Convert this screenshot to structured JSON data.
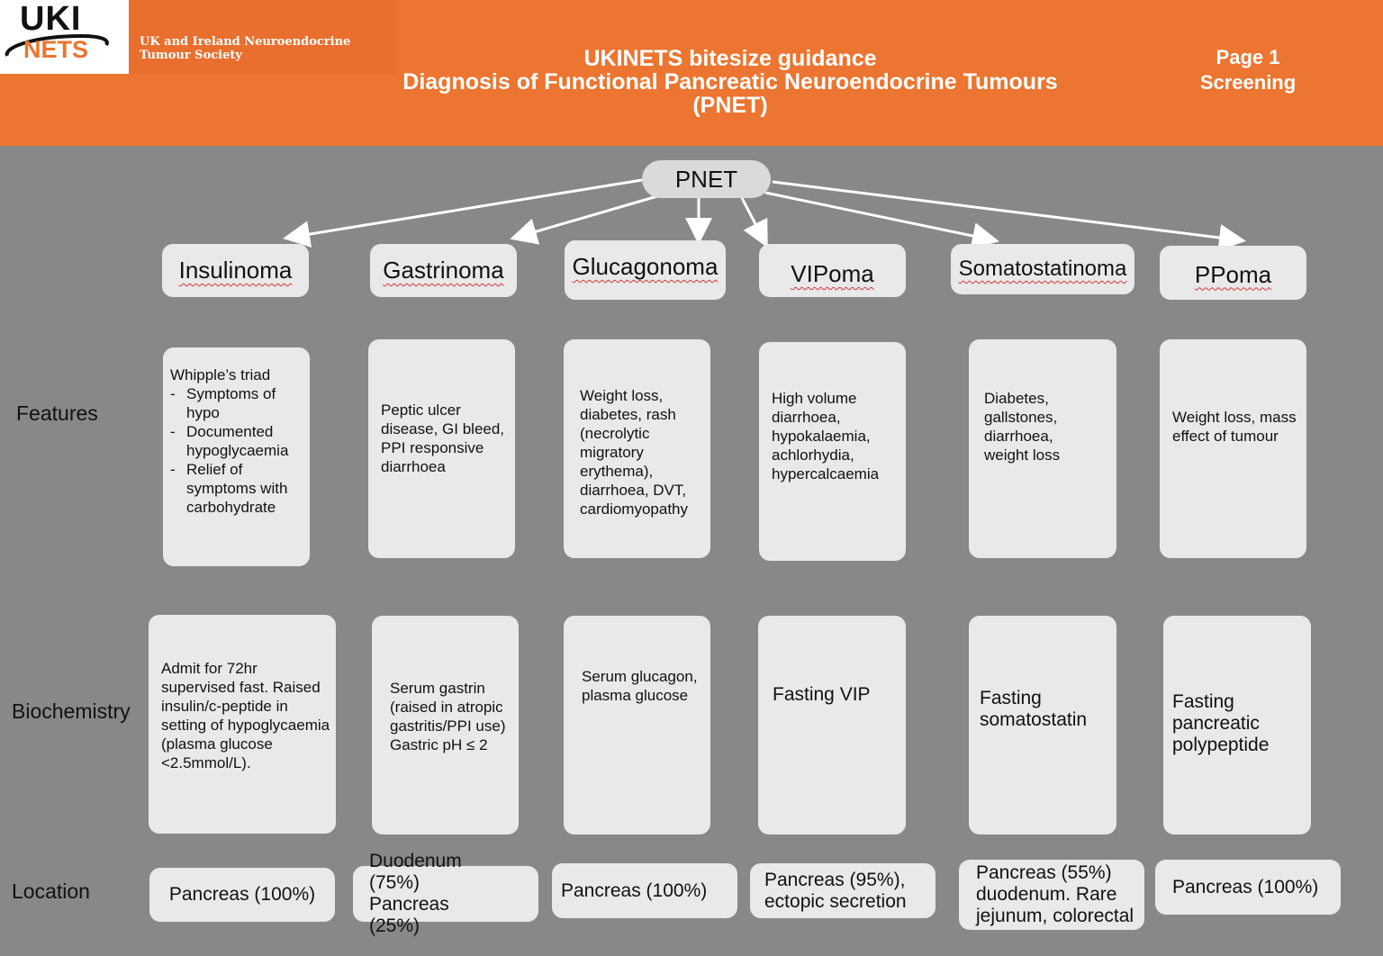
{
  "header": {
    "logo_top": "UKI",
    "logo_bottom": "NETS",
    "society": "UK and Ireland Neuroendocrine Tumour Society",
    "title_line1": "UKINETS bitesize guidance",
    "title_line2": "Diagnosis of Functional Pancreatic Neuroendocrine Tumours",
    "title_line3": "(PNET)",
    "page_number": "Page 1",
    "page_section": "Screening"
  },
  "root": "PNET",
  "row_labels": {
    "features": "Features",
    "biochemistry": "Biochemistry",
    "location": "Location"
  },
  "tumours": [
    {
      "name": "Insulinoma",
      "features_heading": "Whipple’s triad",
      "features_list": [
        "Symptoms of hypo",
        "Documented hypoglycaemia",
        "Relief of symptoms with carbohydrate"
      ],
      "biochemistry": "Admit for 72hr supervised fast. Raised insulin/c-peptide in setting of hypoglycaemia (plasma glucose <2.5mmol/L).",
      "location": "Pancreas (100%)"
    },
    {
      "name": "Gastrinoma",
      "features": "Peptic ulcer disease, GI bleed, PPI responsive diarrhoea",
      "biochemistry": "Serum gastrin (raised in atropic gastritis/PPI use) Gastric pH ≤ 2",
      "location": "Duodenum (75%) Pancreas (25%)"
    },
    {
      "name": "Glucagonoma",
      "features": "Weight loss, diabetes, rash (necrolytic migratory erythema), diarrhoea, DVT, cardiomyopathy",
      "biochemistry": "Serum glucagon, plasma glucose",
      "location": "Pancreas (100%)"
    },
    {
      "name": "VIPoma",
      "features": "High volume diarrhoea, hypokalaemia, achlorhydia, hypercalcaemia",
      "biochemistry": "Fasting VIP",
      "location": "Pancreas (95%), ectopic secretion"
    },
    {
      "name": "Somatostatinoma",
      "features": "Diabetes, gallstones, diarrhoea, weight loss",
      "biochemistry": "Fasting somatostatin",
      "location": "Pancreas (55%) duodenum. Rare jejunum, colorectal"
    },
    {
      "name": "PPoma",
      "features": "Weight loss, mass effect of tumour",
      "biochemistry": "Fasting pancreatic polypeptide",
      "location": "Pancreas (100%)"
    }
  ],
  "colors": {
    "header": "#ec7531",
    "background": "#888888",
    "box": "#e9e9e9"
  }
}
